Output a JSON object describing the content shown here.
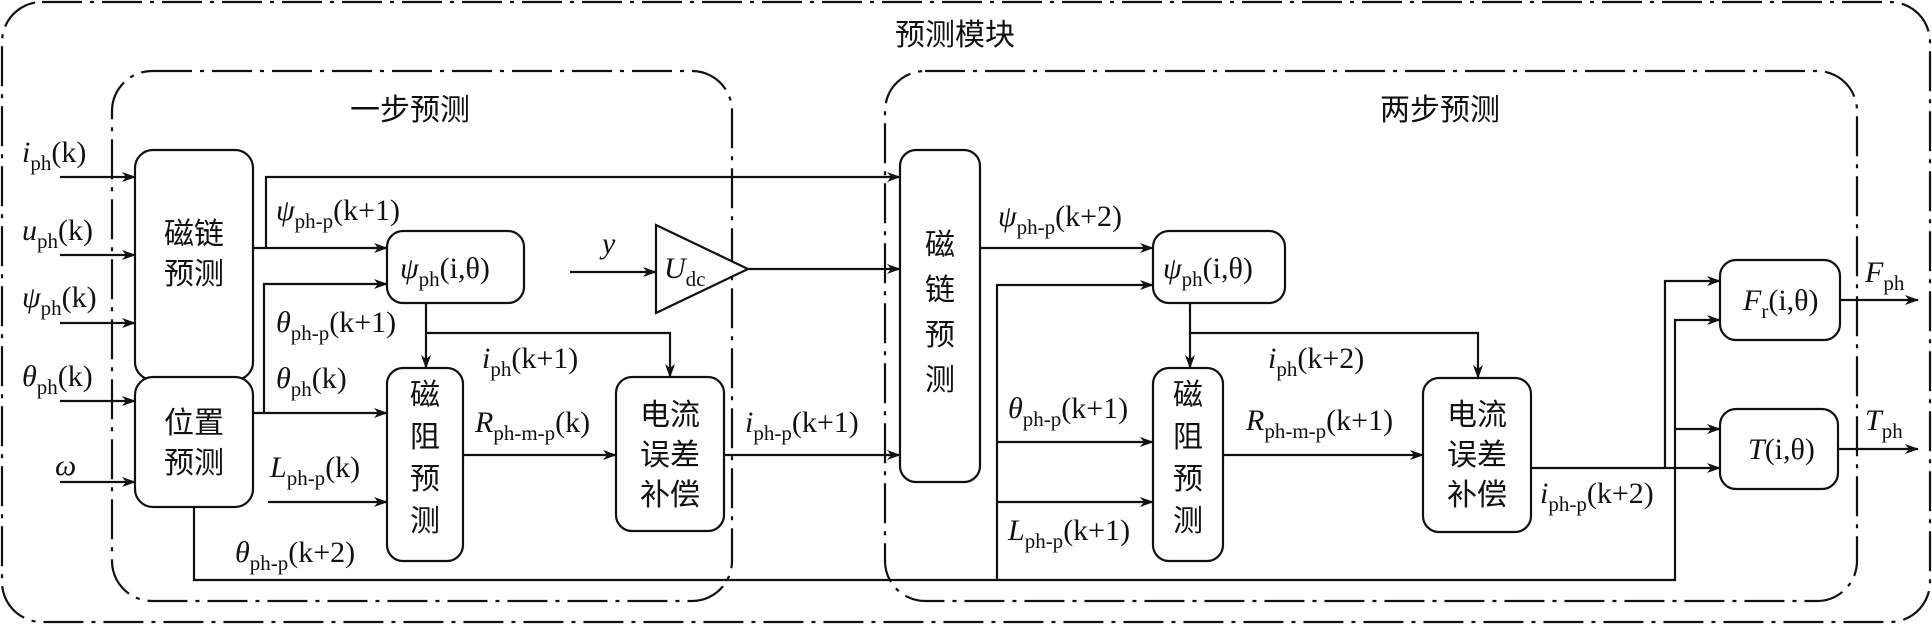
{
  "module_title": "预测模块",
  "one_step": {
    "title": "一步预测",
    "inputs": [
      {
        "sym": "i",
        "sub": "ph",
        "arg": "(k)"
      },
      {
        "sym": "u",
        "sub": "ph",
        "arg": "(k)"
      },
      {
        "sym": "ψ",
        "sub": "ph",
        "arg": "(k)"
      },
      {
        "sym": "θ",
        "sub": "ph",
        "arg": "(k)"
      },
      {
        "sym": "ω",
        "sub": "",
        "arg": ""
      }
    ],
    "blocks": {
      "flux_pred": [
        "磁链",
        "预测"
      ],
      "pos_pred": [
        "位置",
        "预测"
      ],
      "flux_map": {
        "sym": "ψ",
        "sub": "ph",
        "arg": "(i,θ)"
      },
      "rel_pred": [
        "磁",
        "阻",
        "预",
        "测"
      ],
      "cur_comp": [
        "电流",
        "误差",
        "补偿"
      ]
    },
    "signals": {
      "psi_k1": {
        "sym": "ψ",
        "sub": "ph-p",
        "arg": "(k+1)"
      },
      "theta_k1": {
        "sym": "θ",
        "sub": "ph-p",
        "arg": "(k+1)"
      },
      "theta_k": {
        "sym": "θ",
        "sub": "ph",
        "arg": "(k)"
      },
      "L_k": {
        "sym": "L",
        "sub": "ph-p",
        "arg": "(k)"
      },
      "i_k1": {
        "sym": "i",
        "sub": "ph",
        "arg": "(k+1)"
      },
      "R_k": {
        "sym": "R",
        "sub": "ph-m-p",
        "arg": "(k)"
      },
      "theta_k2": {
        "sym": "θ",
        "sub": "ph-p",
        "arg": "(k+2)"
      },
      "ip_k1": {
        "sym": "i",
        "sub": "ph-p",
        "arg": "(k+1)"
      }
    }
  },
  "amplifier": {
    "input": "y",
    "sym": "U",
    "sub": "dc"
  },
  "two_step": {
    "title": "两步预测",
    "blocks": {
      "flux_pred": [
        "磁",
        "链",
        "预",
        "测"
      ],
      "flux_map": {
        "sym": "ψ",
        "sub": "ph",
        "arg": "(i,θ)"
      },
      "rel_pred": [
        "磁",
        "阻",
        "预",
        "测"
      ],
      "cur_comp": [
        "电流",
        "误差",
        "补偿"
      ],
      "force_map": {
        "sym": "F",
        "sub": "r",
        "arg": "(i,θ)"
      },
      "torque_map": {
        "sym": "T",
        "sub": "",
        "arg": "(i,θ)"
      }
    },
    "signals": {
      "psi_k2": {
        "sym": "ψ",
        "sub": "ph-p",
        "arg": "(k+2)"
      },
      "theta_k1": {
        "sym": "θ",
        "sub": "ph-p",
        "arg": "(k+1)"
      },
      "L_k1": {
        "sym": "L",
        "sub": "ph-p",
        "arg": "(k+1)"
      },
      "i_k2": {
        "sym": "i",
        "sub": "ph",
        "arg": "(k+2)"
      },
      "R_k1": {
        "sym": "R",
        "sub": "ph-m-p",
        "arg": "(k+1)"
      },
      "ip_k2": {
        "sym": "i",
        "sub": "ph-p",
        "arg": "(k+2)"
      }
    },
    "outputs": [
      {
        "sym": "F",
        "sub": "ph"
      },
      {
        "sym": "T",
        "sub": "ph"
      }
    ]
  }
}
